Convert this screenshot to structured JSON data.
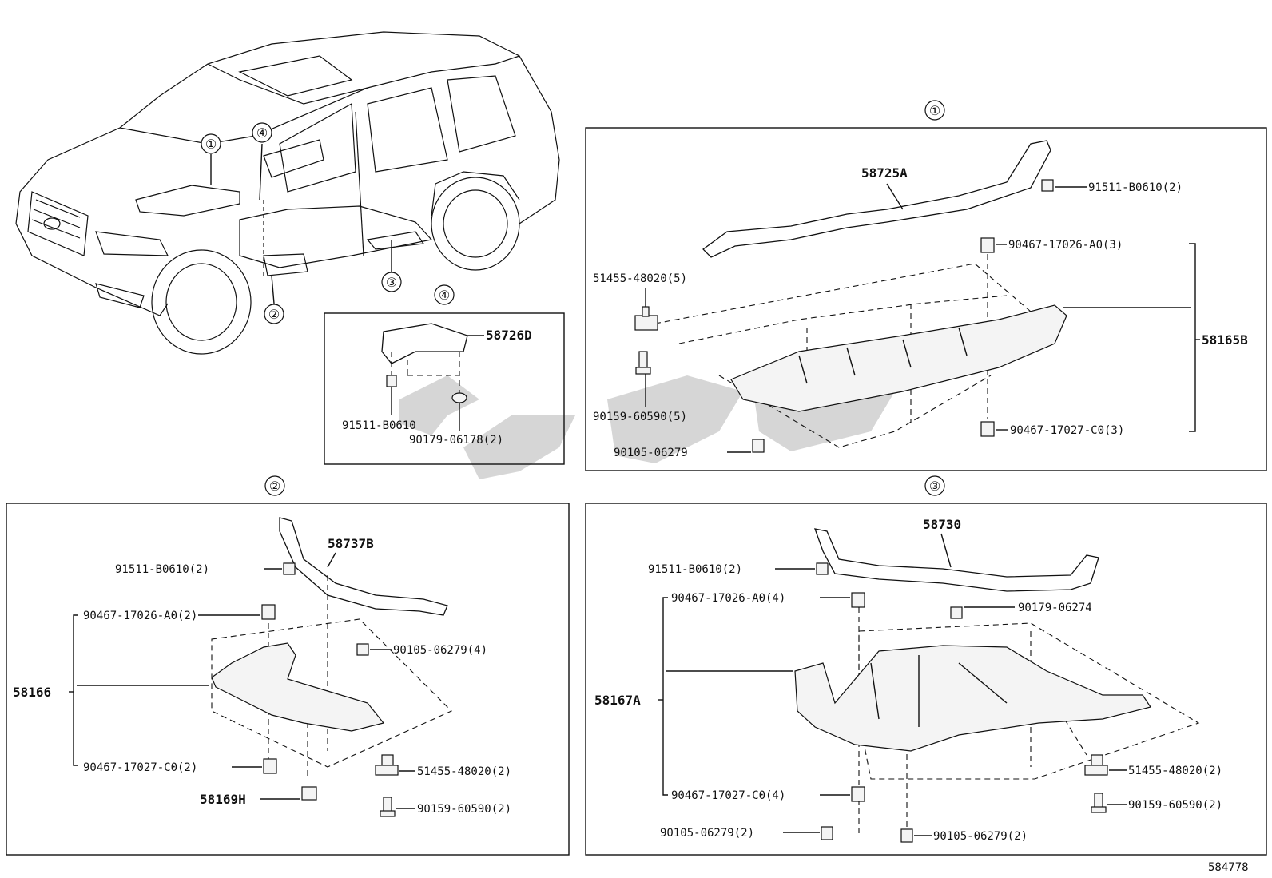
{
  "refs": {
    "r1": "①",
    "r2": "②",
    "r3": "③",
    "r4": "④"
  },
  "figure_number": "584778",
  "section1": {
    "main_part": "58725A",
    "assembly": "58165B",
    "parts": [
      "91511-B0610(2)",
      "90467-17026-A0(3)",
      "51455-48020(5)",
      "90159-60590(5)",
      "90105-06279",
      "90467-17027-C0(3)"
    ]
  },
  "section2": {
    "main_part": "58737B",
    "assembly": "58166",
    "clip": "58169H",
    "parts": [
      "91511-B0610(2)",
      "90467-17026-A0(2)",
      "90105-06279(4)",
      "90467-17027-C0(2)",
      "51455-48020(2)",
      "90159-60590(2)"
    ]
  },
  "section3": {
    "main_part": "58730",
    "assembly": "58167A",
    "parts": [
      "91511-B0610(2)",
      "90467-17026-A0(4)",
      "90179-06274",
      "51455-48020(2)",
      "90159-60590(2)",
      "90467-17027-C0(4)",
      "90105-06279(2)",
      "90105-06279(2)"
    ]
  },
  "section4": {
    "main_part": "58726D",
    "parts": [
      "91511-B0610",
      "90179-06178(2)"
    ]
  }
}
